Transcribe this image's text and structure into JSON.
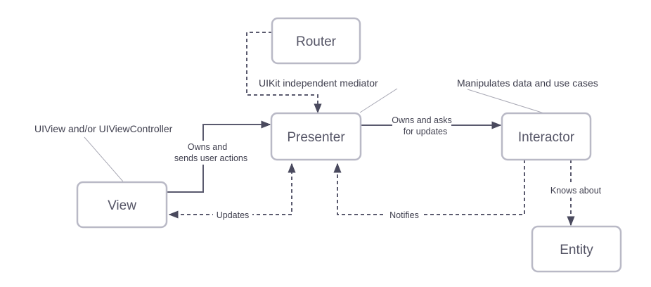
{
  "nodes": {
    "router": "Router",
    "presenter": "Presenter",
    "interactor": "Interactor",
    "view": "View",
    "entity": "Entity"
  },
  "notes": {
    "view": "UIView and/or UIViewController",
    "presenter": "UIKit independent mediator",
    "interactor": "Manipulates data and use cases"
  },
  "edges": {
    "view_to_presenter": [
      "Owns and",
      "sends user actions"
    ],
    "presenter_to_interactor": [
      "Owns and asks",
      "for updates"
    ],
    "presenter_to_view": "Updates",
    "interactor_to_presenter": "Notifies",
    "interactor_to_entity": "Knows about"
  }
}
